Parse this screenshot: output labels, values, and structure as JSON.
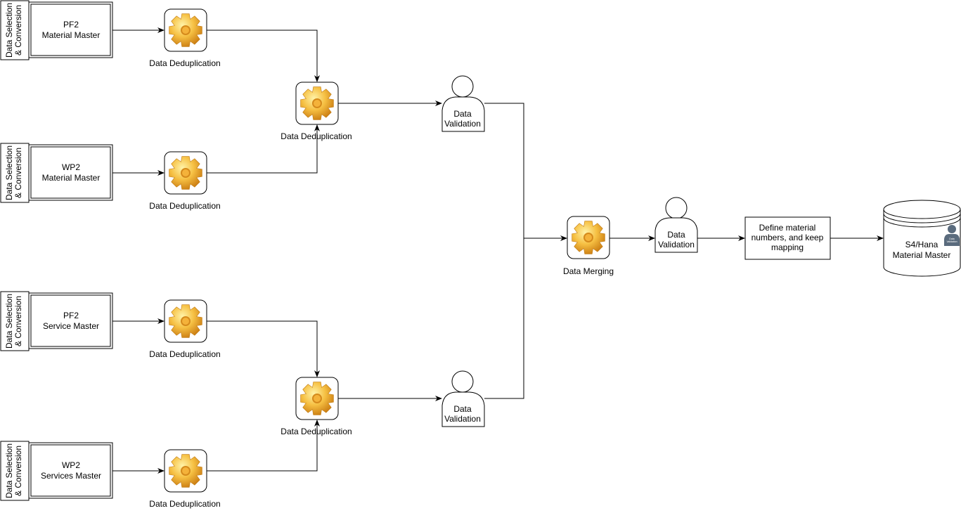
{
  "sources": [
    {
      "side_label": [
        "Data Selection",
        "& Conversion"
      ],
      "title": [
        "PF2",
        "Material Master"
      ],
      "dedup_label": "Data Deduplication"
    },
    {
      "side_label": [
        "Data Selection",
        "& Conversion"
      ],
      "title": [
        "WP2",
        "Material Master"
      ],
      "dedup_label": "Data Deduplication"
    },
    {
      "side_label": [
        "Data Selection",
        "& Conversion"
      ],
      "title": [
        "PF2",
        "Service Master"
      ],
      "dedup_label": "Data Deduplication"
    },
    {
      "side_label": [
        "Data Selection",
        "& Conversion"
      ],
      "title": [
        "WP2",
        "Services Master"
      ],
      "dedup_label": "Data Deduplication"
    }
  ],
  "merge_dedup": [
    {
      "label": "Data Deduplication",
      "validation": [
        "Data",
        "Validation"
      ]
    },
    {
      "label": "Data Deduplication",
      "validation": [
        "Data",
        "Validation"
      ]
    }
  ],
  "merging": {
    "label": "Data Merging"
  },
  "final_validation": [
    "Data",
    "Validation"
  ],
  "define_box": [
    "Define material",
    "numbers, and keep",
    "mapping"
  ],
  "target": {
    "title": [
      "S4/Hana",
      "Material Master"
    ],
    "badge": [
      "Data",
      "Validation"
    ]
  },
  "colors": {
    "stroke": "#000000",
    "gear_light": "#ffe27a",
    "gear_dark": "#d98a14",
    "badge": "#5a6b7d"
  }
}
